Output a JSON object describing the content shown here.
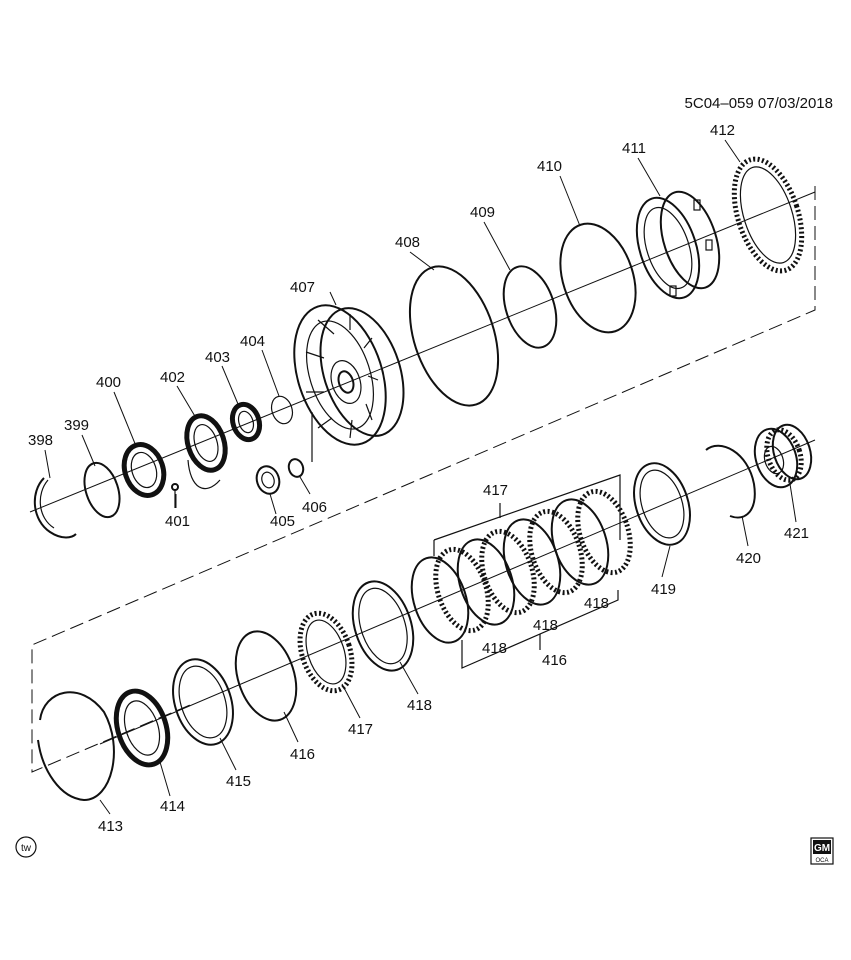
{
  "header": {
    "code_and_date": "5C04–059 07/03/2018"
  },
  "logos": {
    "left_badge": "tw",
    "right_badge_top": "GM",
    "right_badge_bottom": "OCA"
  },
  "callouts": [
    {
      "id": "398",
      "text": "398"
    },
    {
      "id": "399",
      "text": "399"
    },
    {
      "id": "400",
      "text": "400"
    },
    {
      "id": "401",
      "text": "401"
    },
    {
      "id": "402",
      "text": "402"
    },
    {
      "id": "403",
      "text": "403"
    },
    {
      "id": "404",
      "text": "404"
    },
    {
      "id": "405",
      "text": "405"
    },
    {
      "id": "406",
      "text": "406"
    },
    {
      "id": "407",
      "text": "407"
    },
    {
      "id": "408",
      "text": "408"
    },
    {
      "id": "409",
      "text": "409"
    },
    {
      "id": "410",
      "text": "410"
    },
    {
      "id": "411",
      "text": "411"
    },
    {
      "id": "412",
      "text": "412"
    },
    {
      "id": "413",
      "text": "413"
    },
    {
      "id": "414",
      "text": "414"
    },
    {
      "id": "415",
      "text": "415"
    },
    {
      "id": "416a",
      "text": "416"
    },
    {
      "id": "416b",
      "text": "416"
    },
    {
      "id": "417a",
      "text": "417"
    },
    {
      "id": "417b",
      "text": "417"
    },
    {
      "id": "418a",
      "text": "418"
    },
    {
      "id": "418b",
      "text": "418"
    },
    {
      "id": "418c",
      "text": "418"
    },
    {
      "id": "418d",
      "text": "418"
    },
    {
      "id": "419",
      "text": "419"
    },
    {
      "id": "420",
      "text": "420"
    },
    {
      "id": "421",
      "text": "421"
    }
  ]
}
